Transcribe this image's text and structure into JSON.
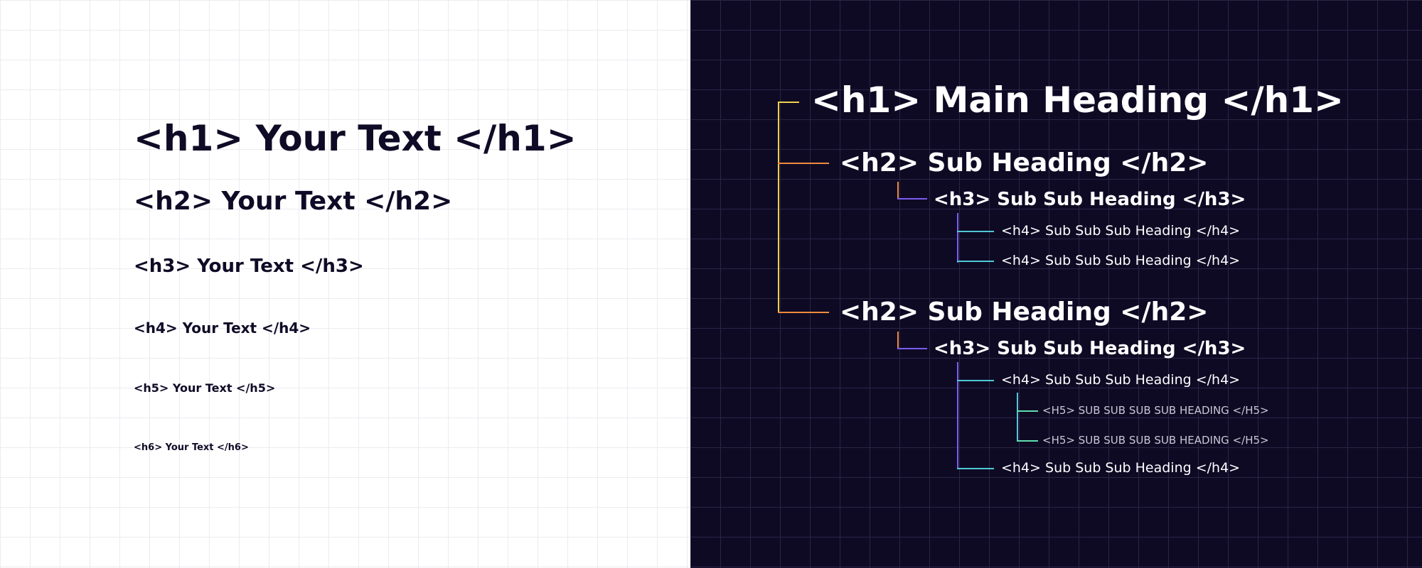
{
  "left": {
    "h1": "<h1> Your Text </h1>",
    "h2": "<h2> Your Text </h2>",
    "h3": "<h3> Your Text </h3>",
    "h4": "<h4> Your Text </h4>",
    "h5": "<h5> Your Text </h5>",
    "h6": "<h6> Your Text </h6>"
  },
  "right": {
    "h1": "<h1> Main Heading </h1>",
    "h2_a": "<h2> Sub Heading </h2>",
    "h3_a": "<h3> Sub Sub Heading </h3>",
    "h4_a": "<h4> Sub Sub Sub Heading </h4>",
    "h4_b": "<h4> Sub Sub Sub Heading </h4>",
    "h2_b": "<h2> Sub Heading </h2>",
    "h3_b": "<h3> Sub Sub Heading </h3>",
    "h4_c": "<h4> Sub Sub Sub Heading </h4>",
    "h5_a": "<H5> SUB SUB SUB SUB HEADING </H5>",
    "h5_b": "<H5> SUB SUB SUB SUB HEADING </H5>",
    "h4_d": "<h4> Sub Sub Sub Heading </h4>"
  },
  "colors": {
    "left_background": "#ffffff",
    "right_background": "#0e0a24",
    "dark_text": "#0f0b26",
    "level1_connector": "#f2d14a",
    "level2_connector": "#f08a3c",
    "level3_connector": "#7a5cf0",
    "level4_connector": "#4fc9d6",
    "level5_connector": "#5fe0b0"
  }
}
